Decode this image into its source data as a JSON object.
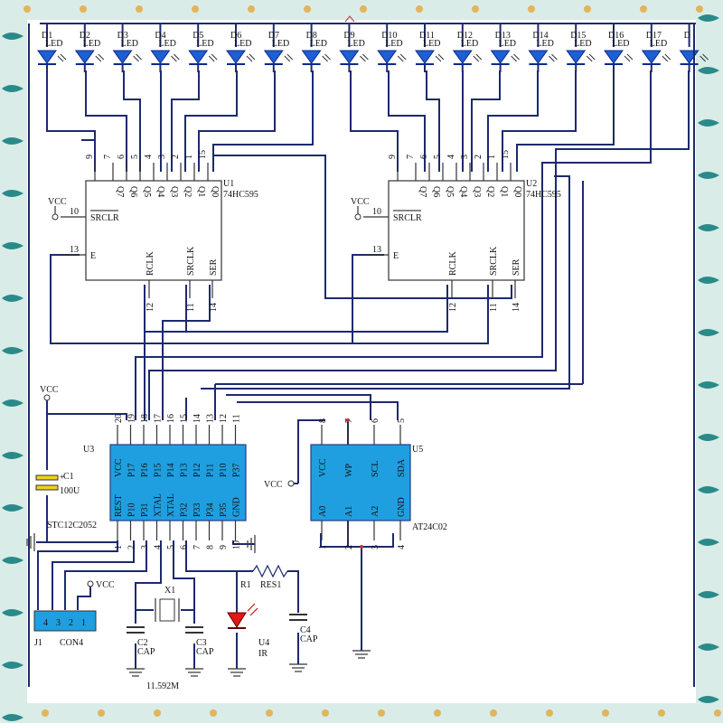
{
  "leds": [
    {
      "ref": "D1",
      "type": "LED"
    },
    {
      "ref": "D2",
      "type": "LED"
    },
    {
      "ref": "D3",
      "type": "LED"
    },
    {
      "ref": "D4",
      "type": "LED"
    },
    {
      "ref": "D5",
      "type": "LED"
    },
    {
      "ref": "D6",
      "type": "LED"
    },
    {
      "ref": "D7",
      "type": "LED"
    },
    {
      "ref": "D8",
      "type": "LED"
    },
    {
      "ref": "D9",
      "type": "LED"
    },
    {
      "ref": "D10",
      "type": "LED"
    },
    {
      "ref": "D11",
      "type": "LED"
    },
    {
      "ref": "D12",
      "type": "LED"
    },
    {
      "ref": "D13",
      "type": "LED"
    },
    {
      "ref": "D14",
      "type": "LED"
    },
    {
      "ref": "D15",
      "type": "LED"
    },
    {
      "ref": "D16",
      "type": "LED"
    },
    {
      "ref": "D17",
      "type": "LED"
    },
    {
      "ref": "D",
      "type": ""
    }
  ],
  "shift_registers": [
    {
      "ref": "U1",
      "part": "74HC595",
      "top_pins": [
        "Q7",
        "Q6",
        "Q5",
        "Q4",
        "Q3",
        "Q2",
        "Q1",
        "Q0"
      ],
      "top_nums": [
        "9",
        "7",
        "6",
        "5",
        "4",
        "3",
        "2",
        "1",
        "15"
      ],
      "left": [
        {
          "num": "10",
          "name": "SRCLR",
          "vcc": "VCC"
        },
        {
          "num": "13",
          "name": "E"
        }
      ],
      "bottom": [
        {
          "name": "RCLK",
          "num": "12"
        },
        {
          "name": "SRCLK",
          "num": "11"
        },
        {
          "name": "SER",
          "num": "14"
        }
      ]
    },
    {
      "ref": "U2",
      "part": "74HC595",
      "top_pins": [
        "Q7",
        "Q6",
        "Q5",
        "Q4",
        "Q3",
        "Q2",
        "Q1",
        "Q0"
      ],
      "top_nums": [
        "9",
        "7",
        "6",
        "5",
        "4",
        "3",
        "2",
        "1",
        "15"
      ],
      "left": [
        {
          "num": "10",
          "name": "SRCLR",
          "vcc": "VCC"
        },
        {
          "num": "13",
          "name": "E"
        }
      ],
      "bottom": [
        {
          "name": "RCLK",
          "num": "12"
        },
        {
          "name": "SRCLK",
          "num": "11"
        },
        {
          "name": "SER",
          "num": "14"
        }
      ]
    }
  ],
  "mcu": {
    "ref": "U3",
    "part": "STC12C2052",
    "top_pins": [
      "VCC",
      "P17",
      "P16",
      "P15",
      "P14",
      "P13",
      "P12",
      "P11",
      "P10",
      "P37"
    ],
    "top_nums": [
      "20",
      "19",
      "18",
      "17",
      "16",
      "15",
      "14",
      "13",
      "12",
      "11"
    ],
    "bottom_pins": [
      "REST",
      "P10",
      "P31",
      "XTAL",
      "XTAL",
      "P32",
      "P33",
      "P34",
      "P35",
      "GND"
    ],
    "bottom_nums": [
      "1",
      "2",
      "3",
      "4",
      "5",
      "6",
      "7",
      "8",
      "9",
      "10"
    ]
  },
  "eeprom": {
    "ref": "U5",
    "part": "AT24C02",
    "top_pins": [
      "VCC",
      "WP",
      "SCL",
      "SDA"
    ],
    "top_nums": [
      "8",
      "7",
      "6",
      "5"
    ],
    "bottom_pins": [
      "A0",
      "A1",
      "A2",
      "GND"
    ],
    "bottom_nums": [
      "1",
      "2",
      "3",
      "4"
    ]
  },
  "components": {
    "c1_ref": "C1",
    "c1_val": "100U",
    "x1_ref": "X1",
    "x1_val": "11.592M",
    "c2_ref": "C2",
    "c2_val": "CAP",
    "c3_ref": "C3",
    "c3_val": "CAP",
    "c4_ref": "C4",
    "c4_val": "CAP",
    "r1_ref": "R1",
    "r1_val": "RES1",
    "u4_ref": "U4",
    "u4_val": "IR",
    "j1_ref": "J1",
    "j1_val": "CON4",
    "j1_pins": [
      "4",
      "3",
      "2",
      "1"
    ]
  },
  "labels": {
    "vcc": "VCC"
  },
  "colors": {
    "wire": "#1d2a6e",
    "chip_fill": "#1f9fe0",
    "led_fill": "#1f5fd0",
    "ir_fill": "#e01818",
    "border": "#2a8a8a"
  }
}
